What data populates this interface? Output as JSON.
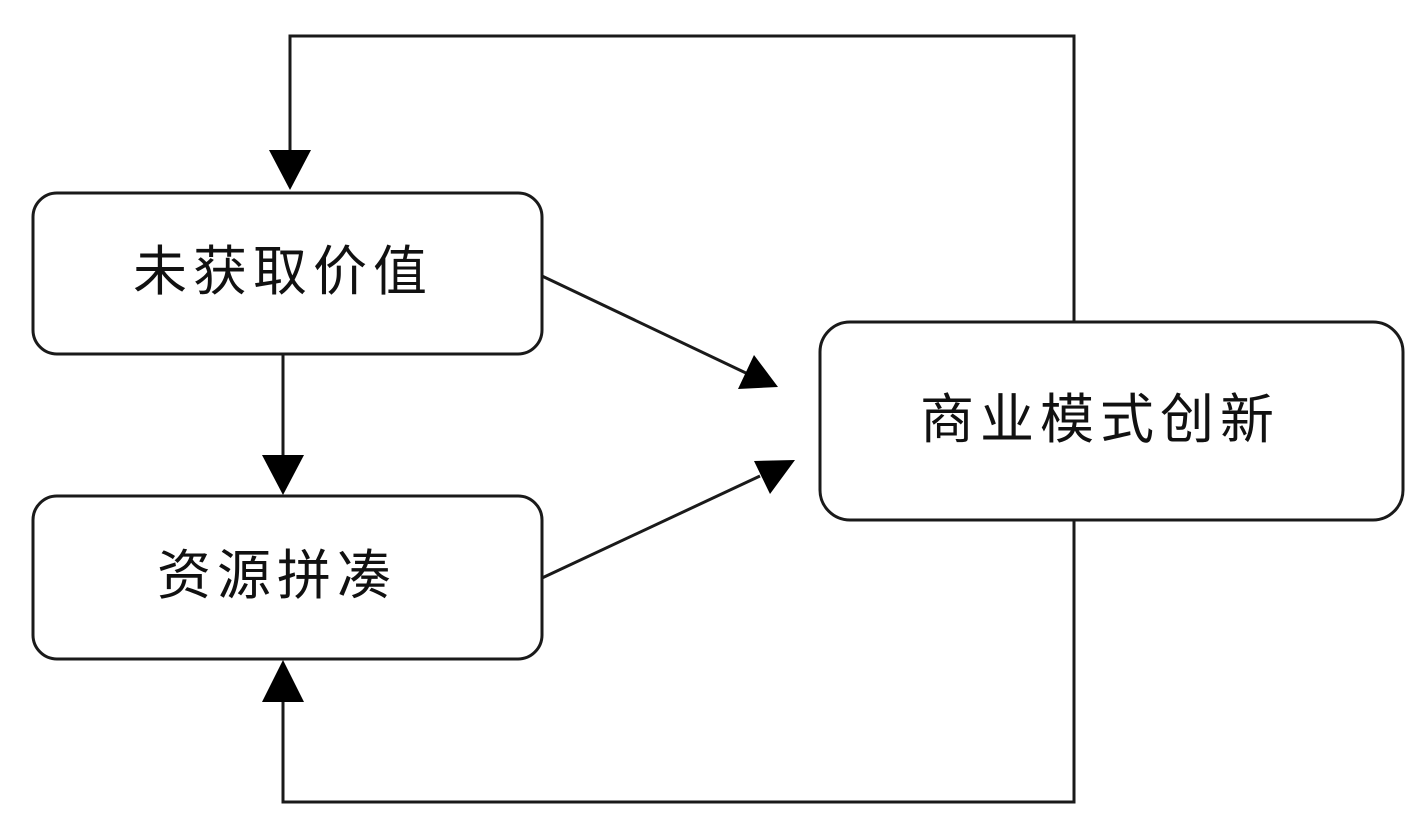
{
  "nodes": {
    "unrealized_value": {
      "label": "未获取价值"
    },
    "resource_bricolage": {
      "label": "资源拼凑"
    },
    "business_model_innovation": {
      "label": "商业模式创新"
    }
  },
  "edges": [
    {
      "from": "business_model_innovation",
      "to": "unrealized_value"
    },
    {
      "from": "unrealized_value",
      "to": "resource_bricolage"
    },
    {
      "from": "unrealized_value",
      "to": "business_model_innovation"
    },
    {
      "from": "resource_bricolage",
      "to": "business_model_innovation"
    },
    {
      "from": "business_model_innovation",
      "to": "resource_bricolage"
    }
  ],
  "colors": {
    "line": "#1a1a1a",
    "arrowhead": "#000000",
    "text": "#111111",
    "background": "#ffffff"
  }
}
